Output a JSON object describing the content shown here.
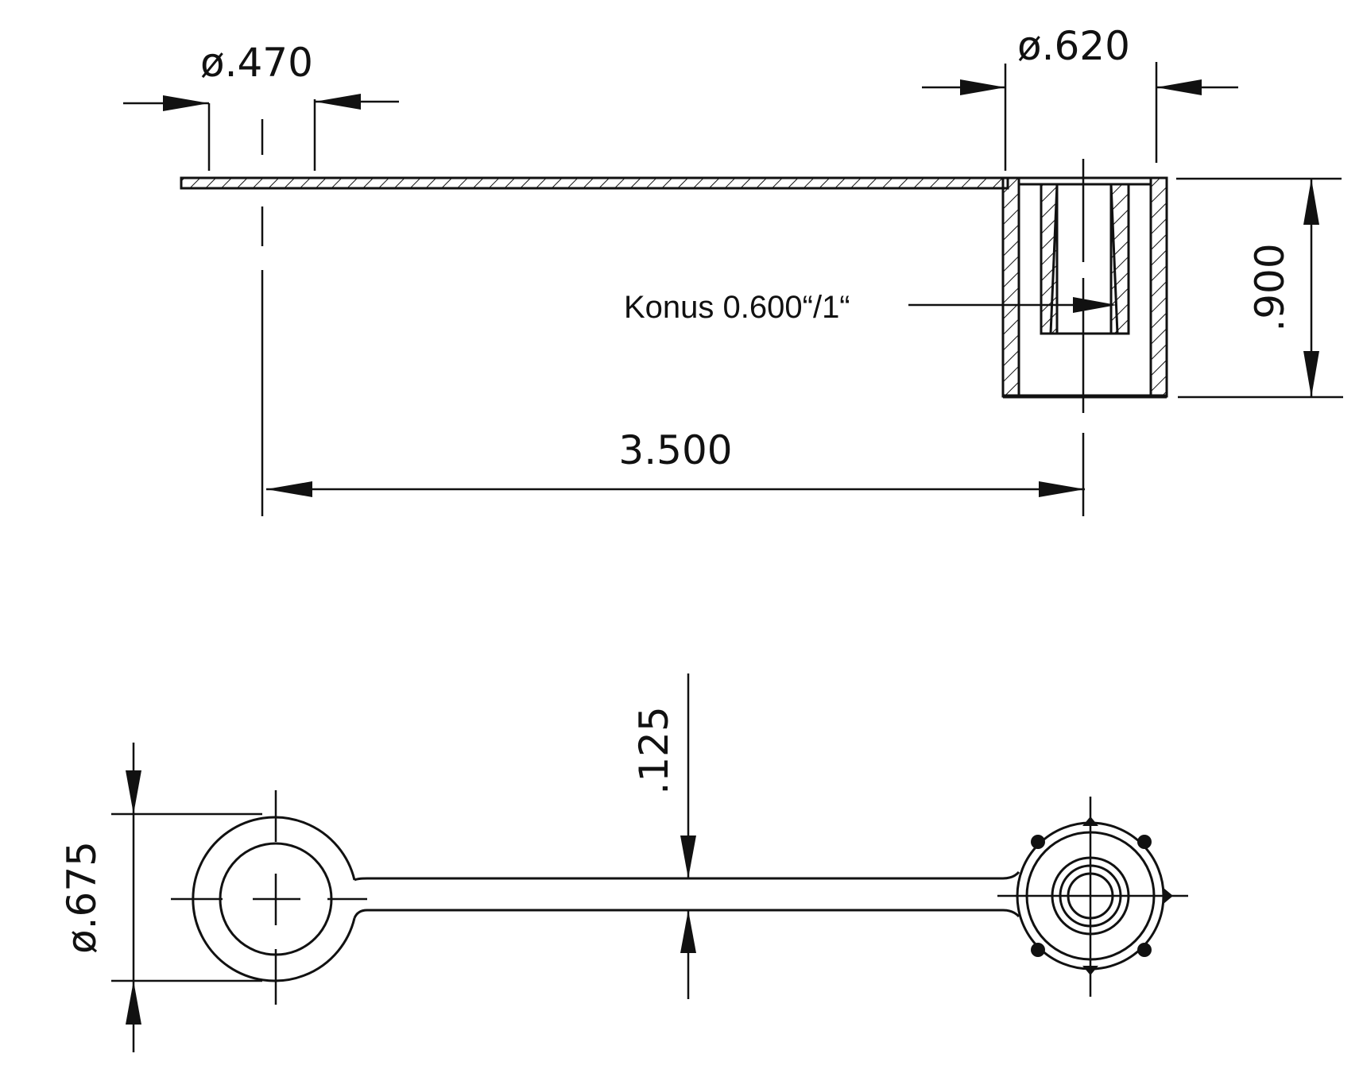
{
  "dimensions": {
    "slot_diameter": "ø.470",
    "cap_diameter": "ø.620",
    "cap_height": ".900",
    "center_distance": "3.500",
    "ring_diameter": "ø.675",
    "strap_width": ".125"
  },
  "note": {
    "cone_label": "Konus 0.600“/1“"
  },
  "colors": {
    "ink": "#111111",
    "paper": "#ffffff"
  }
}
